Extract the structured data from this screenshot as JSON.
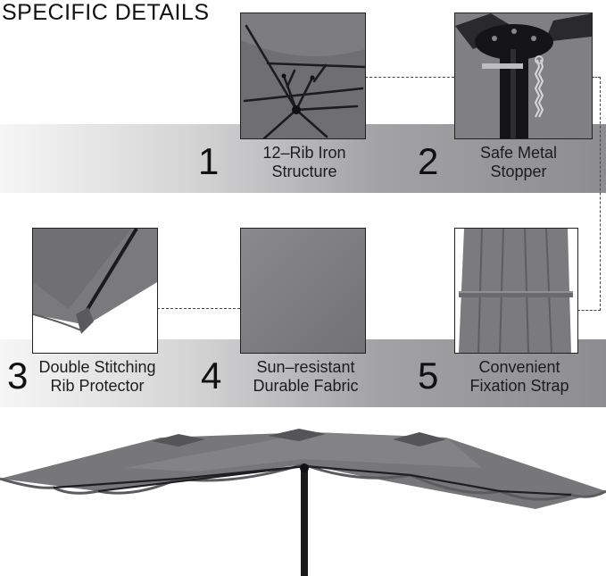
{
  "header": {
    "title": "SPECIFIC DETAILS"
  },
  "features": [
    {
      "number": "1",
      "line1": "12–Rib Iron",
      "line2": "Structure",
      "image": "umbrella-rib-frame"
    },
    {
      "number": "2",
      "line1": "Safe Metal",
      "line2": "Stopper",
      "image": "pole-stopper-chain"
    },
    {
      "number": "3",
      "line1": "Double Stitching",
      "line2": "Rib Protector",
      "image": "canopy-stitching-corner"
    },
    {
      "number": "4",
      "line1": "Sun–resistant",
      "line2": "Durable Fabric",
      "image": "fabric-swatch"
    },
    {
      "number": "5",
      "line1": "Convenient",
      "line2": "Fixation Strap",
      "image": "closed-umbrella-strap"
    }
  ],
  "colors": {
    "canopy": "#77777a",
    "canopy_dark": "#5c5c60",
    "frame": "#1f1f22",
    "band_dark": "#8d8d91"
  },
  "product": {
    "image": "double-sided-patio-umbrella"
  }
}
